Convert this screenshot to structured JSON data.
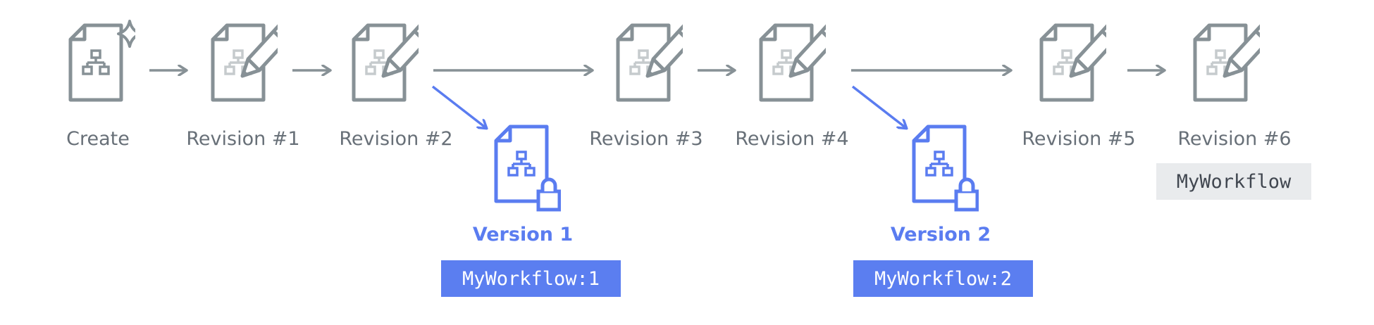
{
  "colors": {
    "gray": "#879196",
    "blue": "#5a7cf0",
    "tag_blue": "#5b7ef0",
    "tag_gray": "#e9ebed"
  },
  "steps": [
    {
      "label": "Create",
      "icon": "new-document-sparkle-icon"
    },
    {
      "label": "Revision #1",
      "icon": "edit-document-icon"
    },
    {
      "label": "Revision #2",
      "icon": "edit-document-icon"
    },
    {
      "label": "Revision #3",
      "icon": "edit-document-icon"
    },
    {
      "label": "Revision #4",
      "icon": "edit-document-icon"
    },
    {
      "label": "Revision #5",
      "icon": "edit-document-icon"
    },
    {
      "label": "Revision #6",
      "icon": "edit-document-icon"
    }
  ],
  "versions": [
    {
      "label": "Version 1",
      "tag": "MyWorkflow:1",
      "icon": "locked-document-icon"
    },
    {
      "label": "Version 2",
      "tag": "MyWorkflow:2",
      "icon": "locked-document-icon"
    }
  ],
  "latest_tag": "MyWorkflow"
}
